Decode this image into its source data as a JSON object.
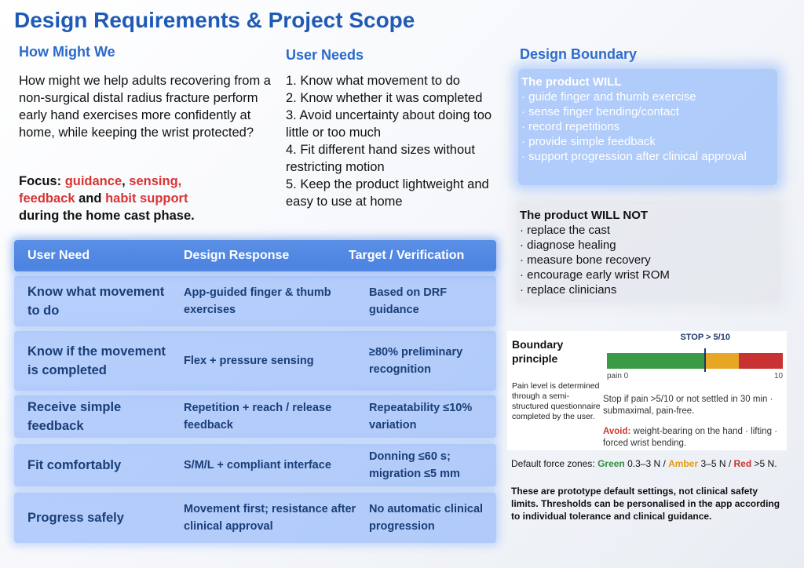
{
  "title": "Design Requirements & Project Scope",
  "hmw": {
    "heading": "How Might We",
    "body": "How might we help adults recovering from a non-surgical distal radius fracture perform early hand exercises more confidently at home, while keeping the wrist protected?",
    "focus_label": "Focus:",
    "focus_items": [
      "guidance",
      "sensing,",
      "feedback",
      "habit support"
    ],
    "focus_sep_1": ", ",
    "focus_sep_2": " and ",
    "focus_tail": "during the home cast phase."
  },
  "user_needs": {
    "heading": "User Needs",
    "items": [
      "1. Know what movement to do",
      "2. Know whether it was completed",
      "3. Avoid uncertainty about doing too little or too much",
      "4. Fit different hand sizes without restricting motion",
      "5. Keep the product lightweight and easy to use at home"
    ]
  },
  "boundary": {
    "heading": "Design Boundary",
    "will_title": "The product WILL",
    "will_items": [
      "· guide finger and thumb exercise",
      "· sense finger bending/contact",
      "· record repetitions",
      "· provide simple feedback",
      "· support progression after clinical approval"
    ],
    "wont_title": "The product WILL NOT",
    "wont_items": [
      "· replace the cast",
      "· diagnose healing",
      "· measure bone recovery",
      "· encourage early wrist ROM",
      "· replace clinicians"
    ]
  },
  "table": {
    "headers": [
      "User Need",
      "Design Response",
      "Target / Verification"
    ],
    "rows": [
      {
        "need": "Know what movement to do",
        "response": "App-guided finger & thumb exercises",
        "target": "Based on DRF guidance"
      },
      {
        "need": "Know if the movement is completed",
        "response": "Flex + pressure sensing",
        "target": "≥80% preliminary recognition"
      },
      {
        "need": "Receive simple feedback",
        "response": "Repetition + reach / release feedback",
        "target": "Repeatability ≤10% variation"
      },
      {
        "need": "Fit comfortably",
        "response": "S/M/L + compliant interface",
        "target": "Donning ≤60 s; migration ≤5 mm"
      },
      {
        "need": "Progress safely",
        "response": "Movement first; resistance after clinical approval",
        "target": "No automatic clinical progression"
      }
    ]
  },
  "principle": {
    "title": "Boundary principle",
    "scale_min": "pain 0",
    "scale_max": "10",
    "scale_range": [
      0,
      10
    ],
    "segments": [
      {
        "from": 0,
        "to": 5.6,
        "color": "#3a9a46"
      },
      {
        "from": 5.6,
        "to": 7.5,
        "color": "#e7a623"
      },
      {
        "from": 7.5,
        "to": 10,
        "color": "#c93232"
      }
    ],
    "stop_value": 5,
    "stop_label": "STOP > 5/10",
    "scale_note": "Pain level is determined through a semi-structured questionnaire completed by the user.",
    "stop_text": "Stop if pain >5/10 or not settled in 30 min · submaximal, pain-free.",
    "avoid_label": "Avoid:",
    "avoid_text": " weight-bearing on the hand · lifting · forced wrist bending."
  },
  "force_zones": {
    "prefix": "Default force zones: ",
    "green_label": "Green",
    "green_range": " 0.3–3 N / ",
    "amber_label": "Amber",
    "amber_range": " 3–5 N / ",
    "red_label": "Red",
    "red_range": " >5 N."
  },
  "disclaimer": "These are prototype default settings, not clinical safety limits. Thresholds can be personalised in the app according to individual tolerance and clinical guidance."
}
